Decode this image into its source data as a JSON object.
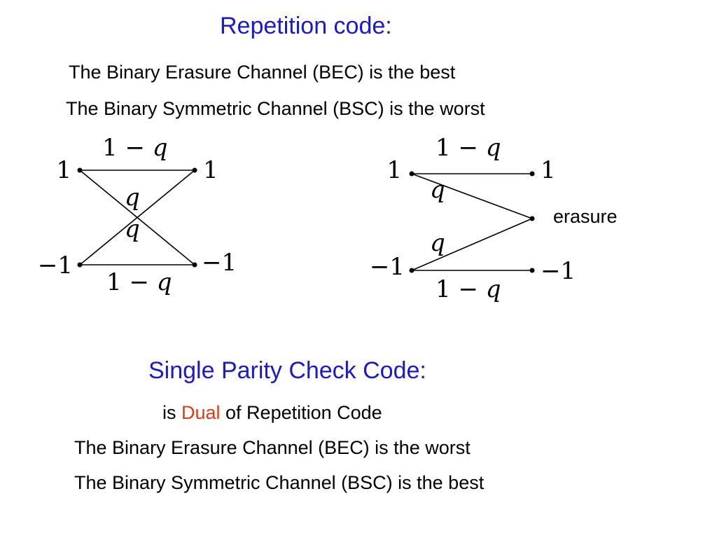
{
  "repetition": {
    "title": "Repetition code:",
    "line1": "The Binary Erasure Channel (BEC) is the best",
    "line2": "The Binary Symmetric Channel (BSC) is the worst"
  },
  "bsc": {
    "in_top": "1",
    "in_bottom": "−1",
    "out_top": "1",
    "out_bottom": "−1",
    "top_prob_prefix": "1 − ",
    "bottom_prob_prefix": "1 − ",
    "prob_var": "q",
    "cross_upper": "q",
    "cross_lower": "q"
  },
  "bec": {
    "in_top": "1",
    "in_bottom": "−1",
    "out_top": "1",
    "out_bottom": "−1",
    "erasure_label": "erasure",
    "top_prob_prefix": "1 − ",
    "bottom_prob_prefix": "1 − ",
    "prob_var": "q",
    "upper_q": "q",
    "lower_q": "q"
  },
  "parity": {
    "title": "Single Parity Check Code:",
    "dual_prefix": "is ",
    "dual_word": "Dual",
    "dual_suffix": " of Repetition Code",
    "line1": "The Binary Erasure Channel (BEC) is the worst",
    "line2": "The Binary Symmetric Channel (BSC) is the best"
  },
  "colors": {
    "heading": "#1a1acc",
    "accent": "#e03a10"
  }
}
